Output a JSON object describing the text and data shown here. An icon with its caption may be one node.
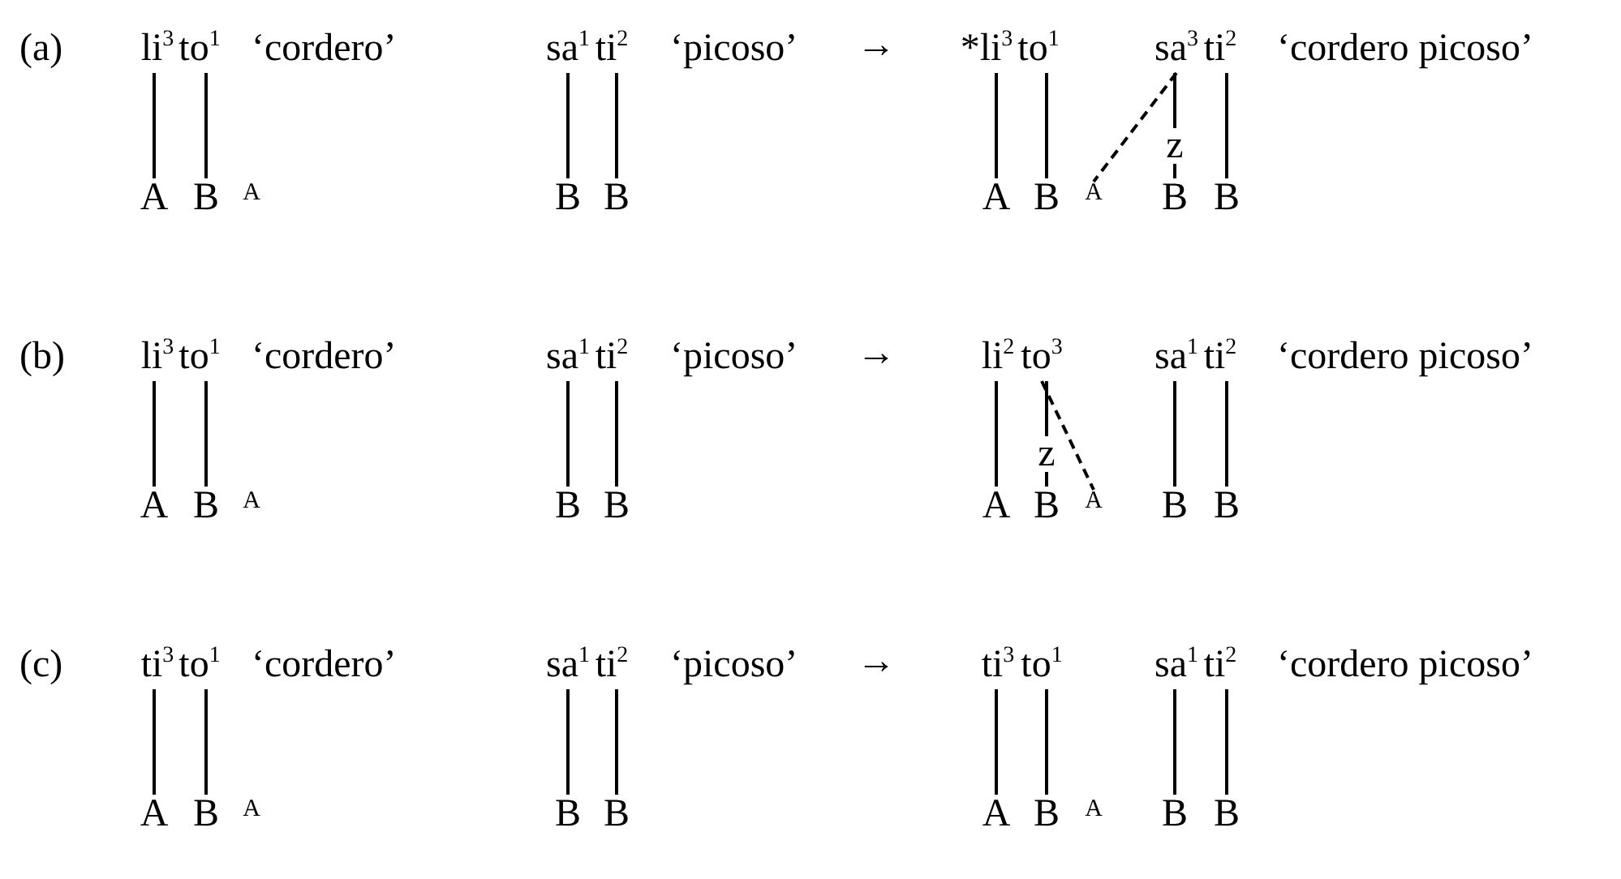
{
  "diagram": {
    "nodes": [
      {
        "text": [
          "li$^{3}$"
        ]
      },
      {
        "text": [
          "to$^{1}$"
        ]
      },
      {
        "text": [
          "A"
        ]
      },
      {
        "text": [
          "B"
        ]
      },
      {
        "text": [
          "A"
        ]
      },
      {
        "text": [
          "sa$^{1}$"
        ]
      },
      {
        "text": [
          "ti$^{2}$"
        ]
      },
      {
        "text": [
          "B"
        ]
      },
      {
        "text": [
          "B"
        ]
      },
      {
        "text": [
          "*li$^{3}$"
        ]
      },
      {
        "text": [
          "to$^{1}$"
        ]
      },
      {
        "text": [
          "A"
        ]
      },
      {
        "text": [
          "B"
        ]
      },
      {
        "text": [
          "A"
        ]
      },
      {
        "text": [
          "sa$^{3}$"
        ]
      },
      {
        "text": [
          "ti$^{2}$"
        ]
      },
      {
        "text": [
          "B"
        ]
      },
      {
        "text": [
          "B"
        ]
      },
      {
        "text": [
          "li$^{3}$"
        ]
      },
      {
        "text": [
          "to$^{1}$"
        ]
      },
      {
        "text": [
          "A"
        ]
      },
      {
        "text": [
          "B"
        ]
      },
      {
        "text": [
          "A"
        ]
      },
      {
        "text": [
          "sa$^{1}$"
        ]
      },
      {
        "text": [
          "ti$^{2}$"
        ]
      },
      {
        "text": [
          "B"
        ]
      },
      {
        "text": [
          "B"
        ]
      },
      {
        "text": [
          "li$^{2}$"
        ]
      },
      {
        "text": [
          "to$^{3}$"
        ]
      },
      {
        "text": [
          "A"
        ]
      },
      {
        "text": [
          "B"
        ]
      },
      {
        "text": [
          "A"
        ]
      },
      {
        "text": [
          "sa$^{1}$"
        ]
      },
      {
        "text": [
          "ti$^{2}$"
        ]
      },
      {
        "text": [
          "B"
        ]
      },
      {
        "text": [
          "B"
        ]
      },
      {
        "text": [
          "ti$^{3}$"
        ]
      },
      {
        "text": [
          "to$^{1}$"
        ]
      },
      {
        "text": [
          "A"
        ]
      },
      {
        "text": [
          "B"
        ]
      },
      {
        "text": [
          "A"
        ]
      },
      {
        "text": [
          "sa$^{1}$"
        ]
      },
      {
        "text": [
          "ti$^{2}$"
        ]
      },
      {
        "text": [
          "B"
        ]
      },
      {
        "text": [
          "B"
        ]
      },
      {
        "text": [
          "ti$^{3}$"
        ]
      },
      {
        "text": [
          "to$^{1}$"
        ]
      },
      {
        "text": [
          "A"
        ]
      },
      {
        "text": [
          "B"
        ]
      },
      {
        "text": [
          "A"
        ]
      },
      {
        "text": [
          "sa$^{1}$"
        ]
      },
      {
        "text": [
          "ti$^{2}$"
        ]
      },
      {
        "text": [
          "B"
        ]
      },
      {
        "text": [
          "B"
        ]
      }
    ],
    "edges": [
      {
        "from": 0,
        "to": 2,
        "arrow": "none"
      },
      {
        "from": 1,
        "to": 3,
        "arrow": "none"
      },
      {
        "from": 5,
        "to": 7,
        "arrow": "none"
      },
      {
        "from": 6,
        "to": 8,
        "arrow": "none"
      },
      {
        "from": 9,
        "to": 11,
        "arrow": "none"
      },
      {
        "from": 10,
        "to": 12,
        "arrow": "none"
      },
      {
        "from": 14,
        "to": 16,
        "arrow": "none"
      },
      {
        "from": 15,
        "to": 17,
        "arrow": "none"
      },
      {
        "from": 14,
        "to": 13,
        "arrow": "none",
        "style": "dashed"
      },
      {
        "from": 18,
        "to": 20,
        "arrow": "none"
      },
      {
        "from": 19,
        "to": 21,
        "arrow": "none"
      },
      {
        "from": 23,
        "to": 25,
        "arrow": "none"
      },
      {
        "from": 24,
        "to": 26,
        "arrow": "none"
      },
      {
        "from": 27,
        "to": 29,
        "arrow": "none"
      },
      {
        "from": 28,
        "to": 30,
        "arrow": "none"
      },
      {
        "from": 32,
        "to": 34,
        "arrow": "none"
      },
      {
        "from": 33,
        "to": 35,
        "arrow": "none"
      },
      {
        "from": 28,
        "to": 31,
        "arrow": "none",
        "style": "dashed"
      },
      {
        "from": 36,
        "to": 38,
        "arrow": "none"
      },
      {
        "from": 37,
        "to": 39,
        "arrow": "none"
      },
      {
        "from": 41,
        "to": 43,
        "arrow": "none"
      },
      {
        "from": 42,
        "to": 44,
        "arrow": "none"
      },
      {
        "from": 45,
        "to": 47,
        "arrow": "none"
      },
      {
        "from": 46,
        "to": 48,
        "arrow": "none"
      },
      {
        "from": 50,
        "to": 52,
        "arrow": "none"
      },
      {
        "from": 51,
        "to": 53,
        "arrow": "none"
      }
    ],
    "labels": [
      "(a)",
      "‘cordero’",
      "‘picoso’",
      "→",
      "‘cordero picoso’",
      "z",
      "(b)",
      "‘cordero’",
      "‘picoso’",
      "→",
      "‘cordero picoso’",
      "z",
      "(c)",
      "‘cordero’",
      "‘picoso’",
      "→",
      "‘cordero picoso’"
    ]
  }
}
